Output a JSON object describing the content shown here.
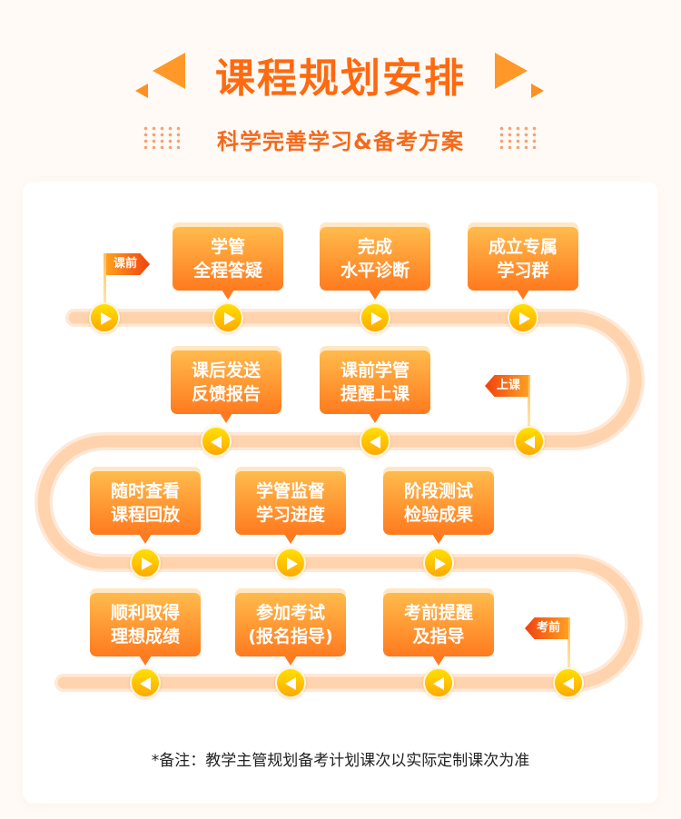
{
  "header": {
    "title": "课程规划安排",
    "subtitle": "科学完善学习&备考方案"
  },
  "flags": {
    "before_class": "课前",
    "in_class": "上课",
    "before_exam": "考前"
  },
  "steps": [
    {
      "line1": "学管",
      "line2": "全程答疑"
    },
    {
      "line1": "完成",
      "line2": "水平诊断"
    },
    {
      "line1": "成立专属",
      "line2": "学习群"
    },
    {
      "line1": "课前学管",
      "line2": "提醒上课"
    },
    {
      "line1": "课后发送",
      "line2": "反馈报告"
    },
    {
      "line1": "随时查看",
      "line2": "课程回放"
    },
    {
      "line1": "学管监督",
      "line2": "学习进度"
    },
    {
      "line1": "阶段测试",
      "line2": "检验成果"
    },
    {
      "line1": "考前提醒",
      "line2": "及指导"
    },
    {
      "line1": "参加考试",
      "line2": "(报名指导)"
    },
    {
      "line1": "顺利取得",
      "line2": "理想成绩"
    }
  ],
  "note": "*备注：教学主管规划备考计划课次以实际定制课次为准",
  "colors": {
    "accent": "#ff6a10",
    "track": "#ffd3ad"
  }
}
